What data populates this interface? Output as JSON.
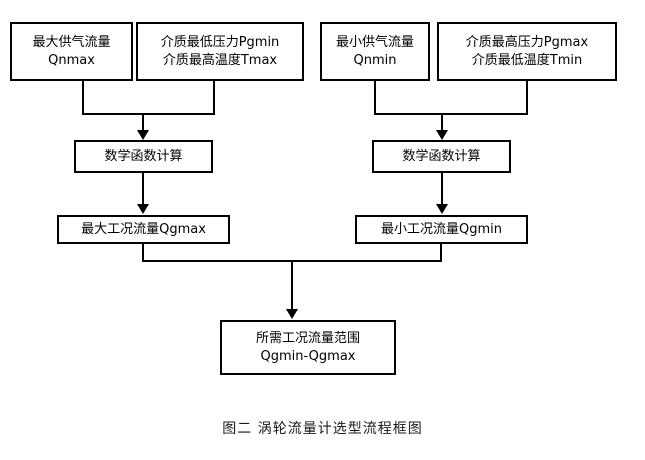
{
  "figure": {
    "caption": "图二  涡轮流量计选型流程框图",
    "caption_label": "图二",
    "caption_title": "涡轮流量计选型流程框图"
  },
  "colors": {
    "box_border": "#000000",
    "box_fill": "#ffffff",
    "connector": "#000000",
    "text": "#000000",
    "background": "#ffffff"
  },
  "nodes": {
    "qnmax": {
      "line1": "最大供气流量",
      "line2": "Qnmax"
    },
    "pgmin": {
      "line1": "介质最低压力Pgmin",
      "line2": "介质最高温度Tmax"
    },
    "qnmin": {
      "line1": "最小供气流量",
      "line2": "Qnmin"
    },
    "pgmax": {
      "line1": "介质最高压力Pgmax",
      "line2": "介质最低温度Tmin"
    },
    "calc_left": {
      "line1": "数学函数计算"
    },
    "calc_right": {
      "line1": "数学函数计算"
    },
    "qgmax": {
      "line1": "最大工况流量Qgmax"
    },
    "qgmin": {
      "line1": "最小工况流量Qgmin"
    },
    "range": {
      "line1": "所需工况流量范围",
      "line2": "Qgmin-Qgmax"
    }
  },
  "edges": [
    {
      "name": "qnmax-to-merge-left",
      "from": "qnmax",
      "to": "calc_left"
    },
    {
      "name": "pgmin-to-merge-left",
      "from": "pgmin",
      "to": "calc_left"
    },
    {
      "name": "qnmin-to-merge-right",
      "from": "qnmin",
      "to": "calc_right"
    },
    {
      "name": "pgmax-to-merge-right",
      "from": "pgmax",
      "to": "calc_right"
    },
    {
      "name": "calc-left-to-qgmax",
      "from": "calc_left",
      "to": "qgmax"
    },
    {
      "name": "calc-right-to-qgmin",
      "from": "calc_right",
      "to": "qgmin"
    },
    {
      "name": "qgmax-to-merge-bottom",
      "from": "qgmax",
      "to": "range"
    },
    {
      "name": "qgmin-to-merge-bottom",
      "from": "qgmin",
      "to": "range"
    }
  ]
}
